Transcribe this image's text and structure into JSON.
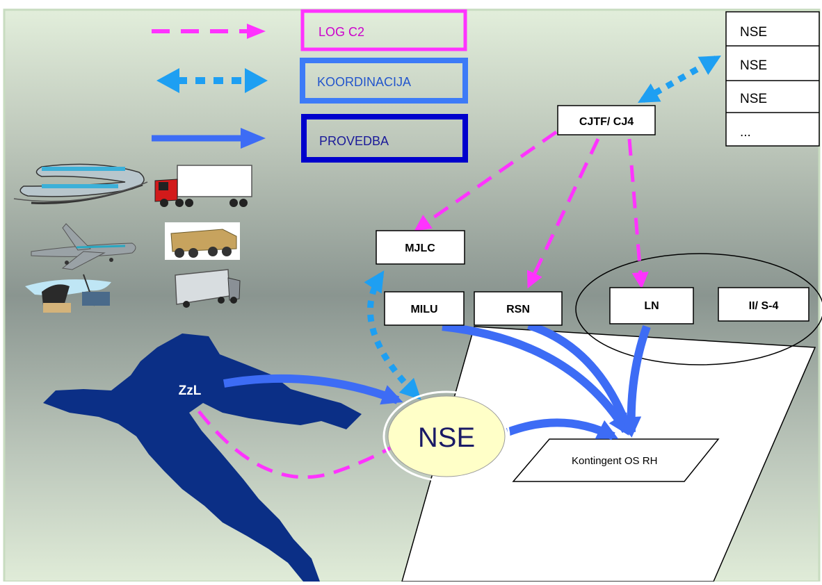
{
  "legend": {
    "log_c2": "LOG C2",
    "koordinacija": "KOORDINACIJA",
    "provedba": "PROVEDBA"
  },
  "nodes": {
    "cjtf": "CJTF/ CJ4",
    "mjlc": "MJLC",
    "milu": "MILU",
    "rsn": "RSN",
    "ln": "LN",
    "ii_s4": "II/ S-4",
    "zzl": "ZzL",
    "nse_center": "NSE",
    "kontingent": "Kontingent OS RH"
  },
  "nse_stack": [
    "NSE",
    "NSE",
    "NSE",
    "..."
  ],
  "transport_icons": [
    "train-icon",
    "truck-icon",
    "airplane-icon",
    "military-truck-icon",
    "ship-port-icon",
    "cargo-truck-icon"
  ],
  "colors": {
    "log_c2": "#ff33ff",
    "koordinacija": "#1e9ff2",
    "provedba": "#3d6cf5",
    "provedba_box": "#0000cc",
    "map": "#0b2f86",
    "nse_fill": "#ffffc8"
  }
}
